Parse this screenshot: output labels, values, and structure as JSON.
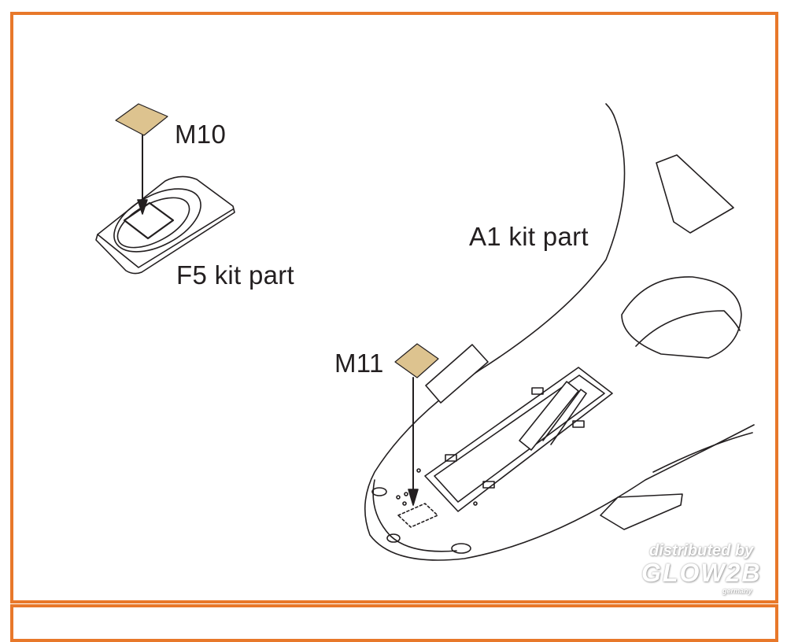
{
  "labels": {
    "m10": "M10",
    "f5": "F5 kit part",
    "a1": "A1 kit part",
    "m11": "M11"
  },
  "watermark": {
    "line1": "distributed by",
    "brand": "GLOW2B",
    "sub": "germany"
  },
  "colors": {
    "frame": "#e8782a",
    "part_fill": "#ddc38f",
    "line": "#231f20"
  }
}
